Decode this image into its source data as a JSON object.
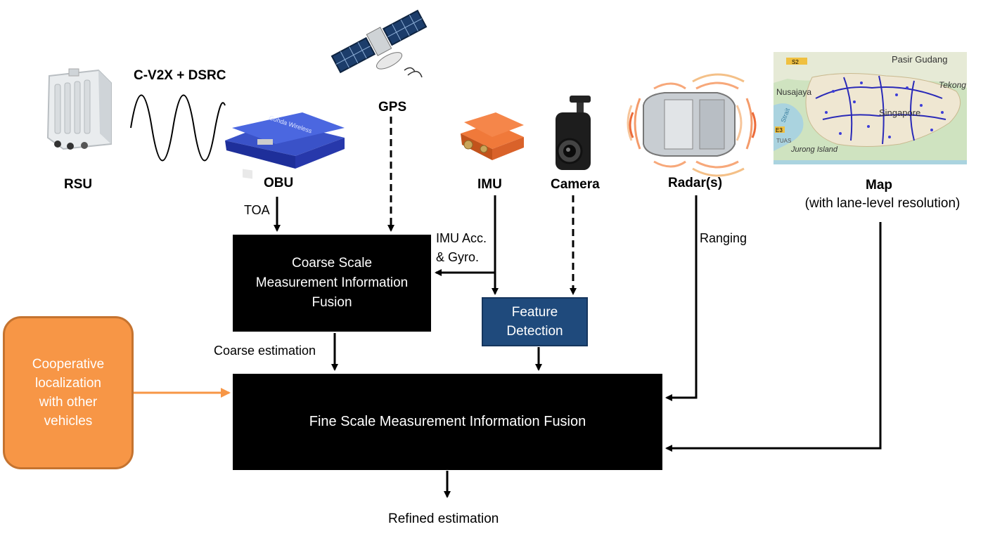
{
  "sources": {
    "rsu": "RSU",
    "link": "C-V2X + DSRC",
    "obu": "OBU",
    "gps": "GPS",
    "imu": "IMU",
    "camera": "Camera",
    "radar": "Radar(s)",
    "map": "Map",
    "map_sub": "(with lane-level resolution)"
  },
  "edge_labels": {
    "toa": "TOA",
    "imu_line1": "IMU Acc.",
    "imu_line2": "& Gyro.",
    "ranging": "Ranging",
    "coarse_estimation": "Coarse estimation",
    "refined_estimation": "Refined estimation"
  },
  "boxes": {
    "coarse_line1": "Coarse Scale",
    "coarse_line2": "Measurement Information",
    "coarse_line3": "Fusion",
    "feature_line1": "Feature",
    "feature_line2": "Detection",
    "fine": "Fine Scale Measurement Information Fusion",
    "coop_line1": "Cooperative",
    "coop_line2": "localization",
    "coop_line3": "with other",
    "coop_line4": "vehicles"
  },
  "map_places": {
    "pasir_gudang": "Pasir Gudang",
    "nusajaya": "Nusajaya",
    "tekong": "Tekong",
    "singapore": "Singapore",
    "jurong_island": "Jurong Island",
    "tuas": "TUAS",
    "road_s2": "S2",
    "road_e3": "E3",
    "strait": "Strait"
  },
  "colors": {
    "box": "#000000",
    "feature_box": "#1f4a7c",
    "coop_box": "#f79646",
    "coop_arrow": "#f79646"
  },
  "icons": [
    "rsu-device-icon",
    "wave-icon",
    "obu-device-icon",
    "satellite-icon",
    "imu-device-icon",
    "dashcam-icon",
    "radar-car-icon",
    "map-image"
  ]
}
